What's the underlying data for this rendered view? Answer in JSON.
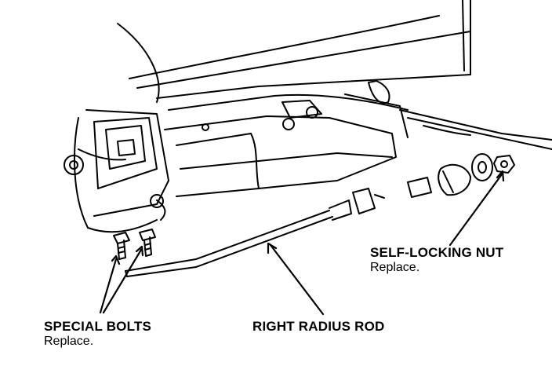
{
  "labels": {
    "self_locking_nut": {
      "title": "SELF-LOCKING NUT",
      "note": "Replace."
    },
    "special_bolts": {
      "title": "SPECIAL BOLTS",
      "note": "Replace."
    },
    "right_radius_rod": {
      "title": "RIGHT RADIUS ROD"
    }
  },
  "colors": {
    "ink": "#000000",
    "paper": "#ffffff"
  }
}
